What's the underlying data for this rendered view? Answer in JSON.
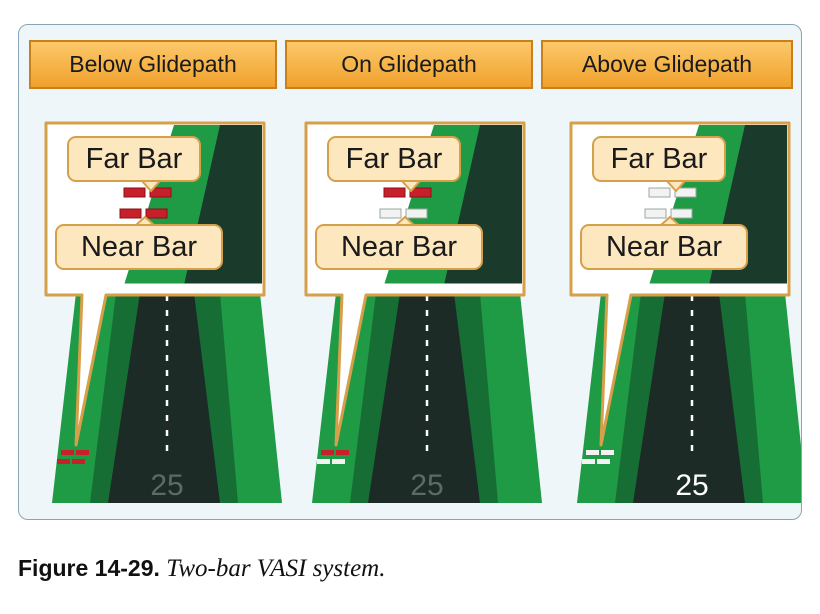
{
  "colors": {
    "red": "#c8202a",
    "white": "#f2f2f2",
    "grass": "#1f9a45",
    "grass_dark": "#176e35",
    "runway": "#1c2b26",
    "callout_border": "#d6a04a",
    "header_fill": "#f6b040"
  },
  "panels": [
    {
      "header": "Below Glidepath",
      "far_bar": "Far Bar",
      "near_bar": "Near Bar",
      "far_color": "red",
      "near_color": "red",
      "runway_number": "25",
      "number_faded": true
    },
    {
      "header": "On Glidepath",
      "far_bar": "Far Bar",
      "near_bar": "Near Bar",
      "far_color": "red",
      "near_color": "white",
      "runway_number": "25",
      "number_faded": true
    },
    {
      "header": "Above Glidepath",
      "far_bar": "Far Bar",
      "near_bar": "Near Bar",
      "far_color": "white",
      "near_color": "white",
      "runway_number": "25",
      "number_faded": false
    }
  ],
  "caption": {
    "number": "Figure 14-29.",
    "text": "Two-bar VASI system."
  }
}
